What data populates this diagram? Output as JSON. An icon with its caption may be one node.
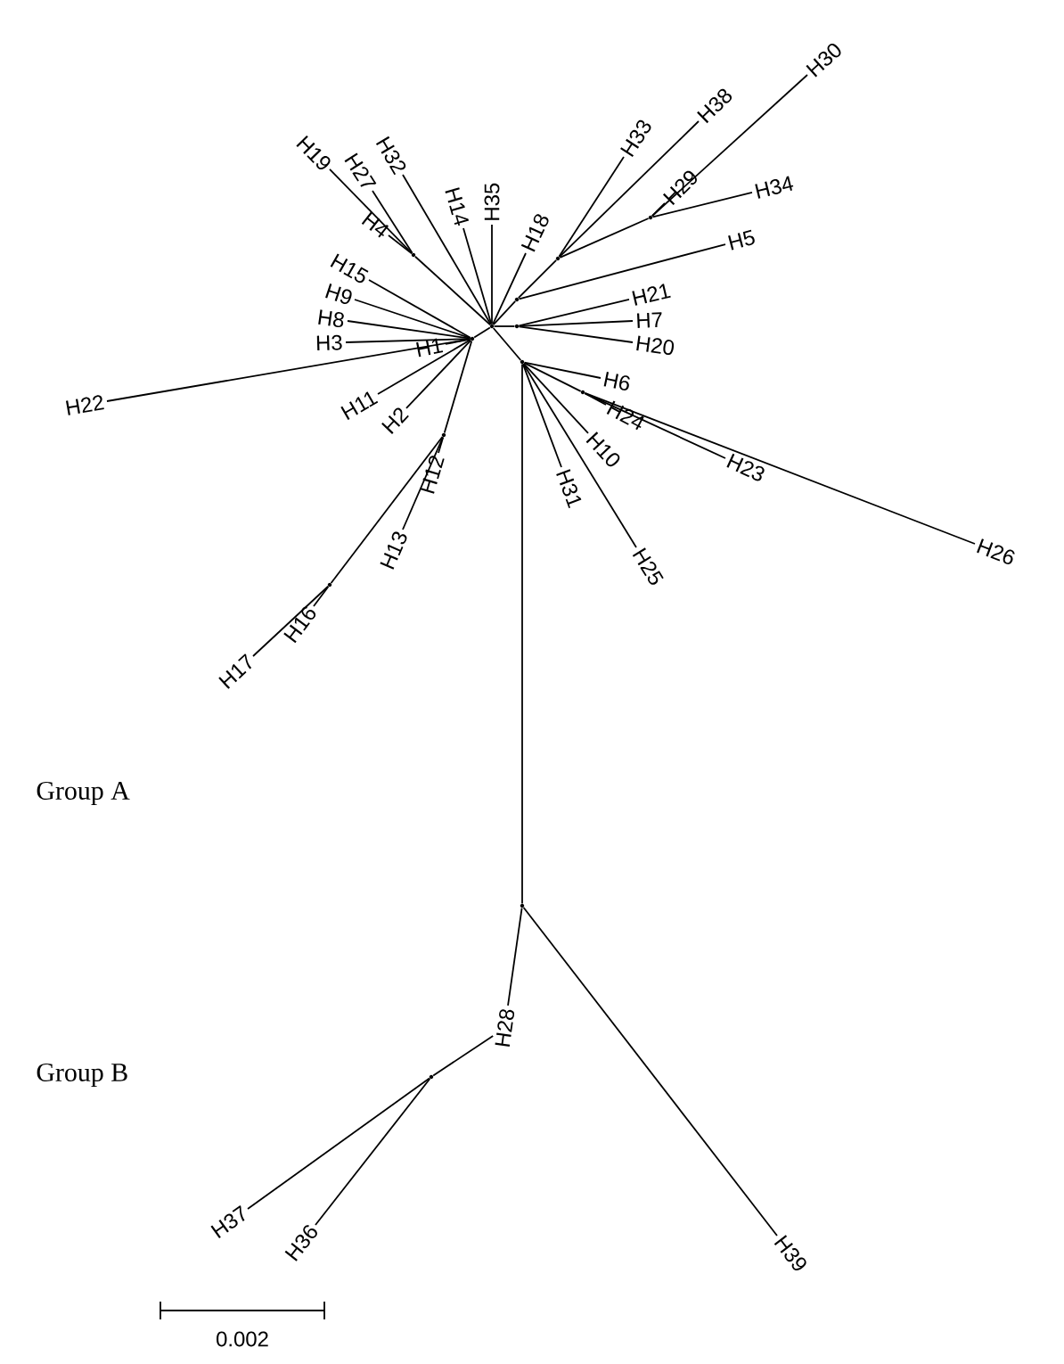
{
  "diagram": {
    "nodes": [
      {
        "text": [],
        "shape": "point"
      },
      {
        "text": [],
        "shape": "point"
      },
      {
        "text": [],
        "shape": "point"
      },
      {
        "text": [],
        "shape": "point"
      },
      {
        "text": [],
        "shape": "point"
      },
      {
        "text": [],
        "shape": "point"
      },
      {
        "text": [],
        "shape": "point"
      },
      {
        "text": [],
        "shape": "point"
      },
      {
        "text": [],
        "shape": "point"
      },
      {
        "text": [],
        "shape": "point"
      },
      {
        "text": [],
        "shape": "point"
      },
      {
        "text": [],
        "shape": "point"
      },
      {
        "text": [],
        "shape": "point"
      },
      {
        "text": [
          "H1"
        ]
      },
      {
        "text": [
          "H2"
        ]
      },
      {
        "text": [
          "H3"
        ]
      },
      {
        "text": [
          "H4"
        ]
      },
      {
        "text": [
          "H5"
        ]
      },
      {
        "text": [
          "H6"
        ]
      },
      {
        "text": [
          "H7"
        ]
      },
      {
        "text": [
          "H8"
        ]
      },
      {
        "text": [
          "H9"
        ]
      },
      {
        "text": [
          "H10"
        ]
      },
      {
        "text": [
          "H11"
        ]
      },
      {
        "text": [
          "H12"
        ]
      },
      {
        "text": [
          "H13"
        ]
      },
      {
        "text": [
          "H14"
        ]
      },
      {
        "text": [
          "H15"
        ]
      },
      {
        "text": [
          "H16"
        ]
      },
      {
        "text": [
          "H17"
        ]
      },
      {
        "text": [
          "H18"
        ]
      },
      {
        "text": [
          "H19"
        ]
      },
      {
        "text": [
          "H20"
        ]
      },
      {
        "text": [
          "H21"
        ]
      },
      {
        "text": [
          "H22"
        ]
      },
      {
        "text": [
          "H23"
        ]
      },
      {
        "text": [
          "H24"
        ]
      },
      {
        "text": [
          "H25"
        ]
      },
      {
        "text": [
          "H26"
        ]
      },
      {
        "text": [
          "H27"
        ]
      },
      {
        "text": [
          "H28"
        ]
      },
      {
        "text": [
          "H29"
        ]
      },
      {
        "text": [
          "H30"
        ]
      },
      {
        "text": [
          "H31"
        ]
      },
      {
        "text": [
          "H32"
        ]
      },
      {
        "text": [
          "H33"
        ]
      },
      {
        "text": [
          "H34"
        ]
      },
      {
        "text": [
          "H35"
        ]
      },
      {
        "text": [
          "H36"
        ]
      },
      {
        "text": [
          "H37"
        ]
      },
      {
        "text": [
          "H38"
        ]
      },
      {
        "text": [
          "H39"
        ]
      }
    ],
    "edges": [
      {
        "from": 0,
        "to": 1,
        "arrow": "none"
      },
      {
        "from": 0,
        "to": 4,
        "arrow": "none"
      },
      {
        "from": 0,
        "to": 5,
        "arrow": "none"
      },
      {
        "from": 5,
        "to": 6,
        "arrow": "none"
      },
      {
        "from": 6,
        "to": 7,
        "arrow": "none"
      },
      {
        "from": 0,
        "to": 8,
        "arrow": "none"
      },
      {
        "from": 0,
        "to": 9,
        "arrow": "none"
      },
      {
        "from": 9,
        "to": 10,
        "arrow": "none"
      },
      {
        "from": 1,
        "to": 2,
        "arrow": "none"
      },
      {
        "from": 2,
        "to": 3,
        "arrow": "none"
      },
      {
        "from": 9,
        "to": 11,
        "arrow": "none"
      },
      {
        "from": 40,
        "to": 12,
        "arrow": "none"
      },
      {
        "from": 1,
        "to": 13,
        "arrow": "none"
      },
      {
        "from": 1,
        "to": 14,
        "arrow": "none"
      },
      {
        "from": 1,
        "to": 15,
        "arrow": "none"
      },
      {
        "from": 4,
        "to": 16,
        "arrow": "none"
      },
      {
        "from": 5,
        "to": 17,
        "arrow": "none"
      },
      {
        "from": 9,
        "to": 18,
        "arrow": "none"
      },
      {
        "from": 8,
        "to": 19,
        "arrow": "none"
      },
      {
        "from": 1,
        "to": 20,
        "arrow": "none"
      },
      {
        "from": 1,
        "to": 21,
        "arrow": "none"
      },
      {
        "from": 9,
        "to": 22,
        "arrow": "none"
      },
      {
        "from": 1,
        "to": 23,
        "arrow": "none"
      },
      {
        "from": 2,
        "to": 24,
        "arrow": "none"
      },
      {
        "from": 2,
        "to": 25,
        "arrow": "none"
      },
      {
        "from": 0,
        "to": 26,
        "arrow": "none"
      },
      {
        "from": 1,
        "to": 27,
        "arrow": "none"
      },
      {
        "from": 3,
        "to": 28,
        "arrow": "none"
      },
      {
        "from": 3,
        "to": 29,
        "arrow": "none"
      },
      {
        "from": 0,
        "to": 30,
        "arrow": "none"
      },
      {
        "from": 4,
        "to": 31,
        "arrow": "none"
      },
      {
        "from": 8,
        "to": 32,
        "arrow": "none"
      },
      {
        "from": 8,
        "to": 33,
        "arrow": "none"
      },
      {
        "from": 1,
        "to": 34,
        "arrow": "none"
      },
      {
        "from": 10,
        "to": 35,
        "arrow": "none"
      },
      {
        "from": 10,
        "to": 36,
        "arrow": "none"
      },
      {
        "from": 9,
        "to": 37,
        "arrow": "none"
      },
      {
        "from": 10,
        "to": 38,
        "arrow": "none"
      },
      {
        "from": 4,
        "to": 39,
        "arrow": "none"
      },
      {
        "from": 11,
        "to": 40,
        "arrow": "none"
      },
      {
        "from": 7,
        "to": 41,
        "arrow": "none"
      },
      {
        "from": 7,
        "to": 42,
        "arrow": "none"
      },
      {
        "from": 9,
        "to": 43,
        "arrow": "none"
      },
      {
        "from": 0,
        "to": 44,
        "arrow": "none"
      },
      {
        "from": 6,
        "to": 45,
        "arrow": "none"
      },
      {
        "from": 7,
        "to": 46,
        "arrow": "none"
      },
      {
        "from": 0,
        "to": 47,
        "arrow": "none"
      },
      {
        "from": 12,
        "to": 48,
        "arrow": "none"
      },
      {
        "from": 12,
        "to": 49,
        "arrow": "none"
      },
      {
        "from": 6,
        "to": 50,
        "arrow": "none"
      },
      {
        "from": 11,
        "to": 51,
        "arrow": "none"
      }
    ],
    "labels": [
      "Group A",
      "Group B",
      "0.002"
    ]
  }
}
